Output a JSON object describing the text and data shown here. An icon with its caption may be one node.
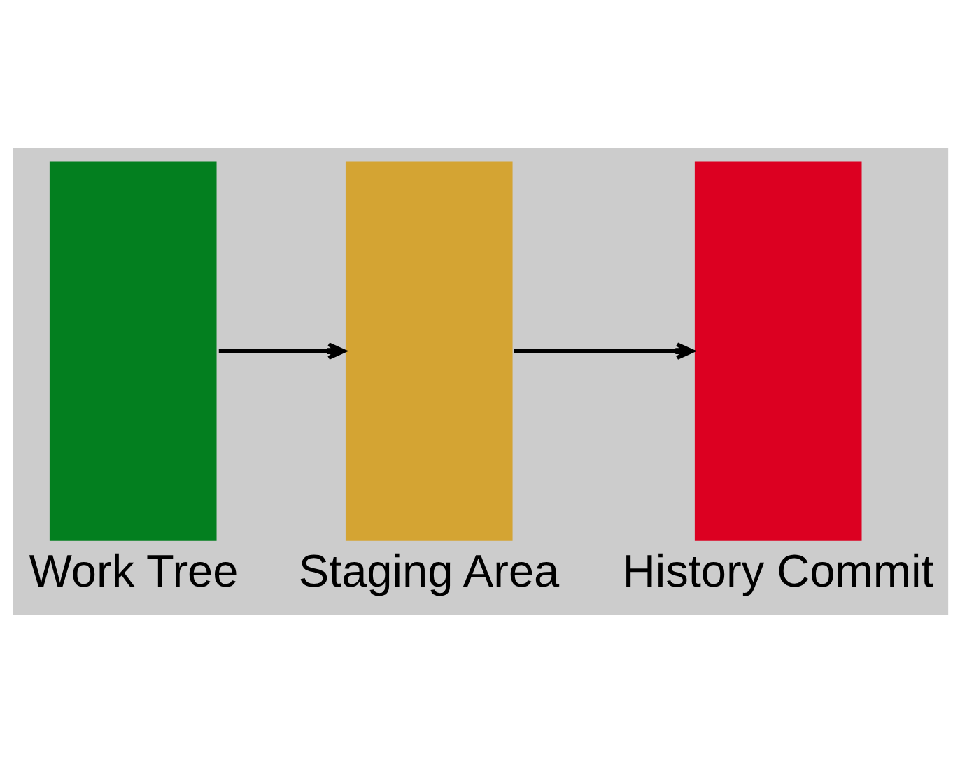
{
  "diagram": {
    "nodes": [
      {
        "text": [
          "Work Tree"
        ]
      },
      {
        "text": [
          "Staging Area"
        ]
      },
      {
        "text": [
          "History Commit"
        ]
      }
    ],
    "edges": [
      {
        "from": 0,
        "to": 1,
        "arrow": "to"
      },
      {
        "from": 1,
        "to": 2,
        "arrow": "to"
      }
    ]
  }
}
